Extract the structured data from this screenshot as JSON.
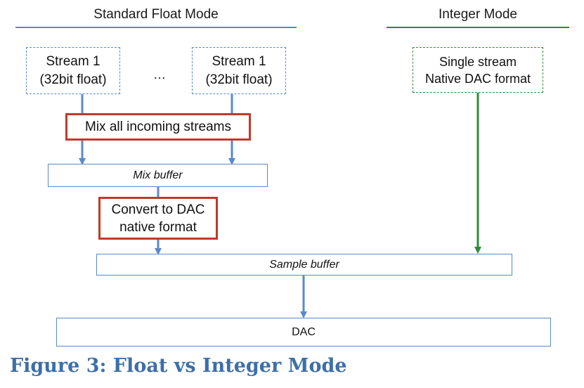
{
  "headers": {
    "left": "Standard Float Mode",
    "right": "Integer Mode"
  },
  "streams": [
    {
      "line1": "Stream 1",
      "line2": "(32bit float)"
    },
    {
      "line1": "Stream 1",
      "line2": "(32bit float)"
    }
  ],
  "ellipsis": "…",
  "integer_stream": {
    "line1": "Single stream",
    "line2": "Native DAC format"
  },
  "mix_step": "Mix all incoming streams",
  "mix_buffer": "Mix buffer",
  "convert_step": {
    "line1": "Convert to DAC",
    "line2": "native format"
  },
  "sample_buffer": "Sample buffer",
  "dac": "DAC",
  "caption": "Figure 3: Float vs Integer Mode",
  "colors": {
    "float_path": "#5b89c8",
    "integer_path": "#2e8b3a",
    "highlight": "#c0392b",
    "caption": "#3d6fa8"
  }
}
